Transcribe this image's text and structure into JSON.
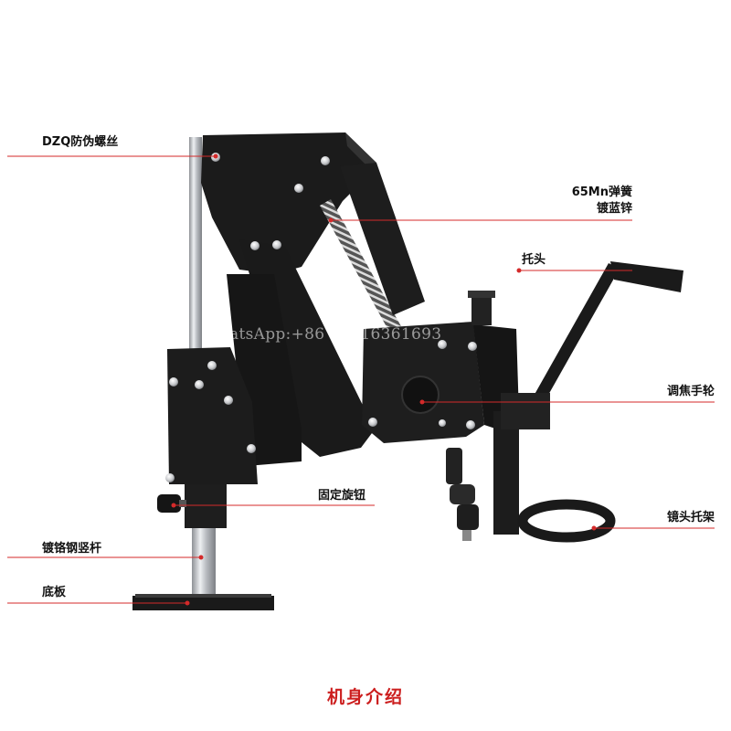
{
  "labels": {
    "anti_theft_screw": "DZQ防伪螺丝",
    "spring_line1": "65Mn弹簧",
    "spring_line2": "镀蓝锌",
    "holder_head": "托头",
    "focus_handwheel": "调焦手轮",
    "fixed_knob": "固定旋钮",
    "chrome_pole": "镀铬钢竖杆",
    "lens_holder": "镜头托架",
    "base_plate": "底板"
  },
  "watermark": "WhatsApp:+86   18216361693",
  "caption": "机身介绍",
  "colors": {
    "leader_line": "#d42a2a",
    "caption": "#cc1e1e",
    "body": "#1b1b1b",
    "chrome": "#c9ccd0"
  }
}
